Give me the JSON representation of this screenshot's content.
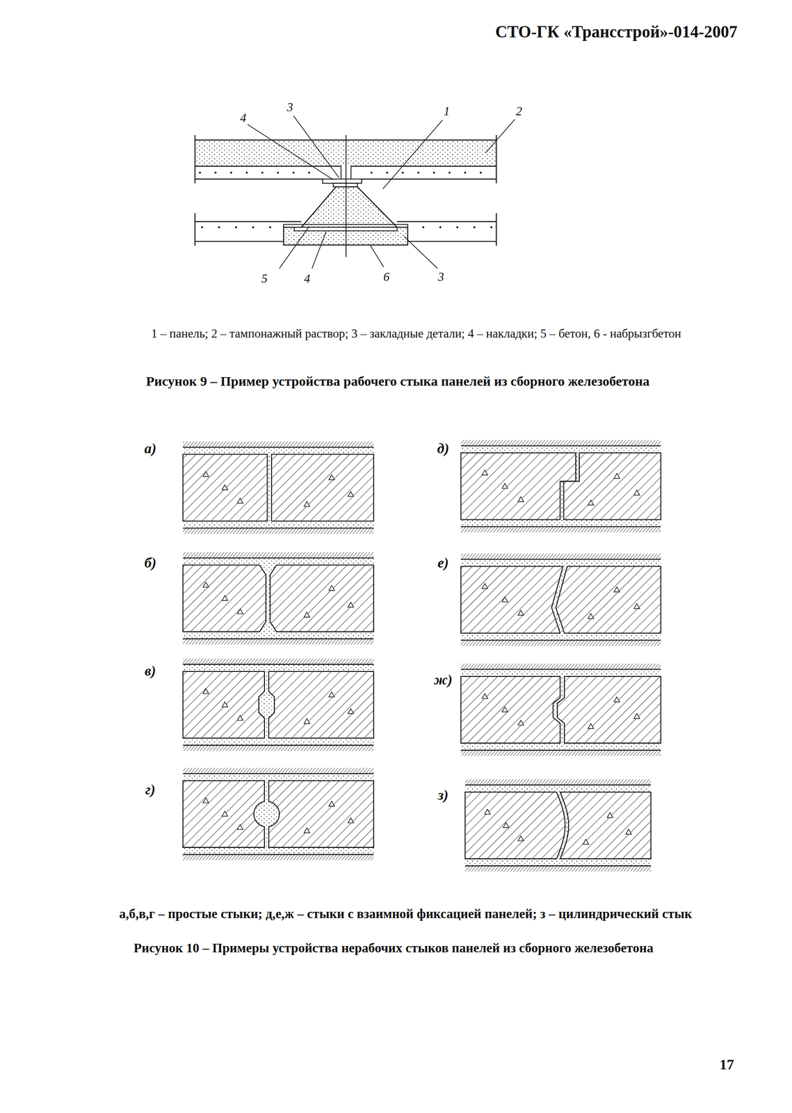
{
  "diagram": {
    "labels": [
      "СТО-ГК «Трансстрой»-014-2007",
      "4",
      "3",
      "1",
      "2",
      "5",
      "4",
      "6",
      "3",
      "1 – панель; 2 – тампонажный раствор; 3 – закладные детали; 4 – накладки; 5 – бетон, 6 - набрызгбетон",
      "Рисунок 9 – Пример устройства рабочего стыка панелей из сборного железобетона",
      "а)",
      "б)",
      "в)",
      "г)",
      "д)",
      "е)",
      "ж)",
      "з)",
      "а,б,в,г – простые стыки; д,е,ж – стыки с взаимной фиксацией панелей; з – цилиндрический стык",
      "Рисунок 10 – Примеры устройства нерабочих стыков панелей из сборного железобетона",
      "17"
    ]
  }
}
